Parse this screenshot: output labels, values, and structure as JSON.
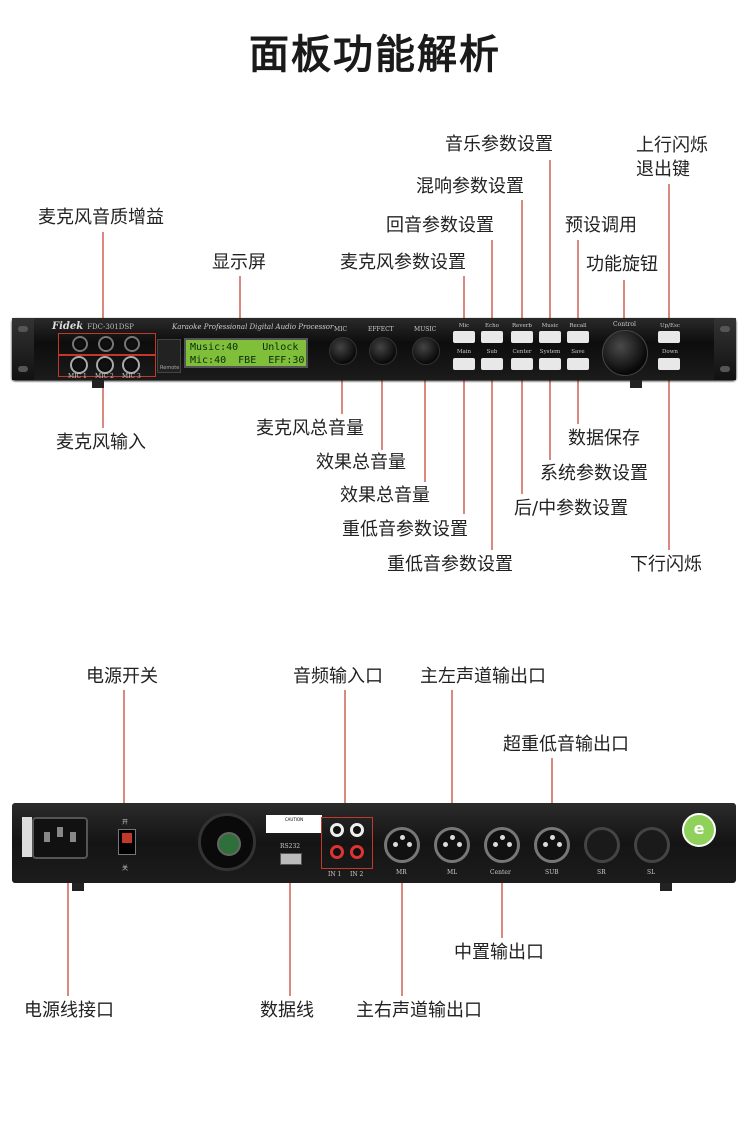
{
  "title": "面板功能解析",
  "front": {
    "brand": "Fidek",
    "model": "FDC-301DSP",
    "subtitle": "Karaoke Professional Digital Audio Processor",
    "remote_label": "Remote",
    "lcd_line1": "Music:40    Unlock",
    "lcd_line2": "Mic:40  FBE  EFF:30",
    "mic_labels": [
      "MIC 1",
      "MIC 2",
      "MIC 3"
    ],
    "knob_labels": [
      "MIC",
      "EFFECT",
      "MUSIC"
    ],
    "buttons_top": [
      "Mic",
      "Echo",
      "Reverb",
      "Music",
      "Recall"
    ],
    "buttons_bottom": [
      "Main",
      "Sub",
      "Center",
      "System",
      "Save"
    ],
    "control_label": "Control",
    "nav_top": "Up/Esc",
    "nav_bottom": "Down"
  },
  "front_labels": {
    "mic_quality_gain": "麦克风音质增益",
    "display": "显示屏",
    "mic_params": "麦克风参数设置",
    "echo_params": "回音参数设置",
    "reverb_params": "混响参数设置",
    "music_params": "音乐参数设置",
    "preset_recall": "预设调用",
    "up_exit": "上行闪烁\n退出键",
    "function_knob": "功能旋钮",
    "mic_input": "麦克风输入",
    "mic_master": "麦克风总音量",
    "effect_master_1": "效果总音量",
    "effect_master_2": "效果总音量",
    "bass_params_1": "重低音参数设置",
    "bass_params_2": "重低音参数设置",
    "data_save": "数据保存",
    "system_params": "系统参数设置",
    "rear_center_params": "后/中参数设置",
    "down_flash": "下行闪烁"
  },
  "rear": {
    "switch_on": "开",
    "switch_off": "关",
    "usb_label": "RS232",
    "rca_labels": [
      "IN 1",
      "IN 2"
    ],
    "xlr_labels": [
      "MR",
      "ML",
      "Center",
      "SUB",
      "SR",
      "SL"
    ],
    "warning_text": "CAUTION"
  },
  "rear_labels": {
    "power_switch": "电源开关",
    "audio_input": "音频输入口",
    "main_left_out": "主左声道输出口",
    "sub_out": "超重低音输出口",
    "center_out": "中置输出口",
    "power_socket": "电源线接口",
    "data_cable": "数据线",
    "main_right_out": "主右声道输出口"
  },
  "colors": {
    "leader_line": "#c0392b",
    "lcd": "#7fbf3a"
  }
}
